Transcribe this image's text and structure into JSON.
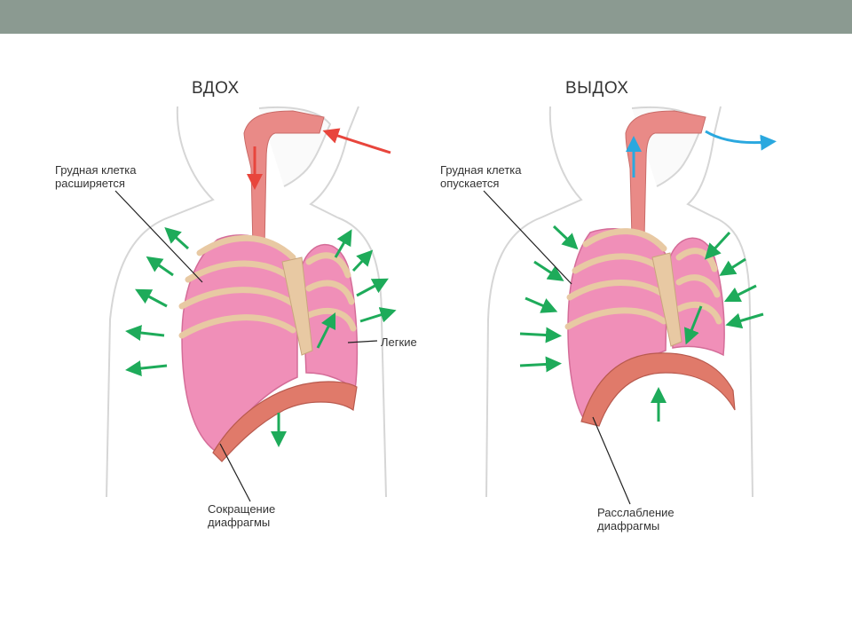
{
  "inhale": {
    "title": "ВДОХ",
    "chest_label": [
      "Грудная клетка",
      "расширяется"
    ],
    "lungs_label": "Легкие",
    "diaphragm_label": [
      "Сокращение",
      "диафрагмы"
    ]
  },
  "exhale": {
    "title": "ВЫДОХ",
    "chest_label": [
      "Грудная клетка",
      "опускается"
    ],
    "diaphragm_label": [
      "Расслабление",
      "диафрагмы"
    ]
  },
  "colors": {
    "header_bar": "#8b9a91",
    "inhale_air_arrow": "#e8453c",
    "exhale_air_arrow": "#2aa8df",
    "movement_arrow": "#1eab5a",
    "lung": "#f08fb8",
    "rib": "#e8c9a3",
    "diaphragm": "#e07a6a"
  }
}
